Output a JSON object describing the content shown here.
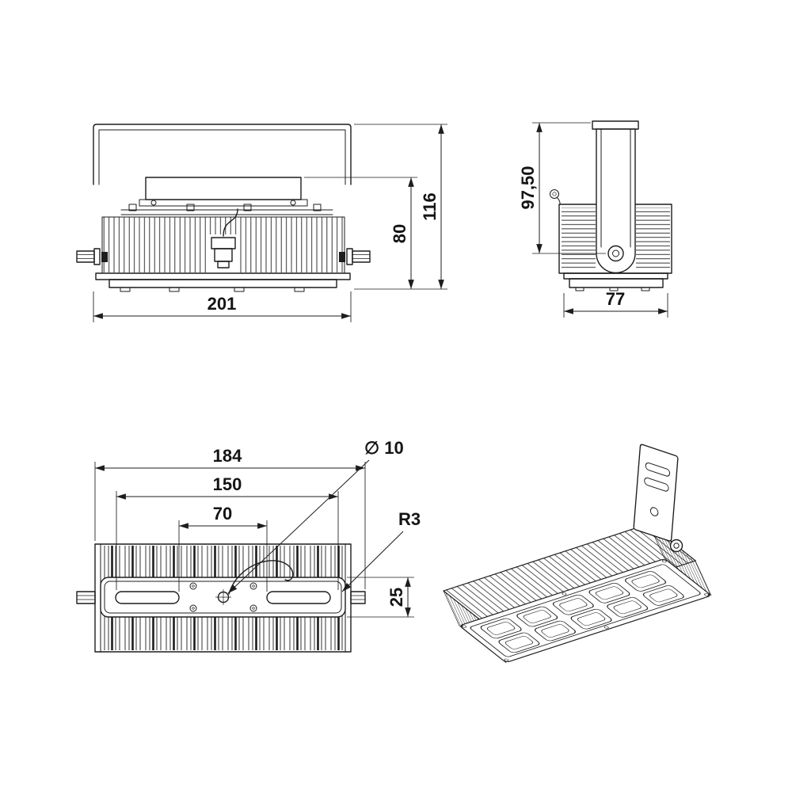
{
  "colors": {
    "line": "#1d1d1d",
    "background": "#ffffff"
  },
  "views": {
    "front": {
      "dims": {
        "overall_width": "201",
        "body_height": "80",
        "overall_height": "116"
      }
    },
    "side": {
      "dims": {
        "pivot_height": "97,50",
        "base_width": "77"
      }
    },
    "plan": {
      "dims": {
        "overall_width": "184",
        "slot_outer_span": "150",
        "slot_inner_span": "70",
        "bracket_width": "25",
        "hole_diameter": "∅ 10",
        "corner_radius": "R3"
      }
    }
  }
}
